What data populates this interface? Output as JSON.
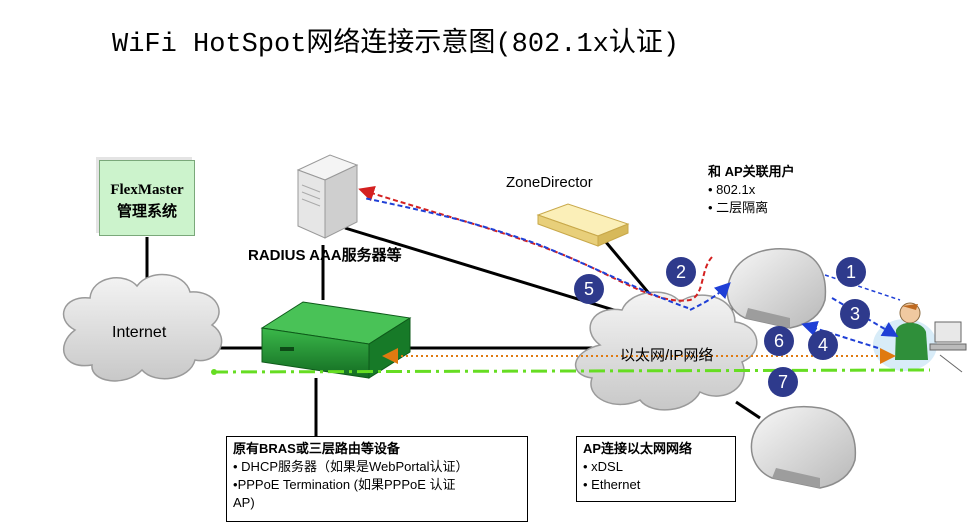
{
  "title": "WiFi  HotSpot网络连接示意图(802.1x认证)",
  "flexmaster": {
    "line1": "FlexMaster",
    "line2": "管理系统"
  },
  "internet": "Internet",
  "radius": "RADIUS  AAA服务器等",
  "zonedirector": "ZoneDirector",
  "ethernet_cloud": "以太网/IP网络",
  "ap_user_box": {
    "title": "和 AP关联用户",
    "items": [
      "802.1x",
      "二层隔离"
    ]
  },
  "bras_box": {
    "title": "原有BRAS或三层路由等设备",
    "items": [
      "DHCP服务器（如果是WebPortal认证）",
      "PPPoE Termination (如果PPPoE 认证",
      "AP)"
    ]
  },
  "ap_eth_box": {
    "title": "AP连接以太网网络",
    "items": [
      "xDSL",
      "Ethernet"
    ]
  },
  "steps": [
    "1",
    "2",
    "3",
    "4",
    "5",
    "6",
    "7"
  ],
  "colors": {
    "red_path": "#d42020",
    "blue_path": "#1f3fd6",
    "orange_path": "#e07a10",
    "green_path": "#66dd22",
    "badge": "#2e3a8c"
  }
}
